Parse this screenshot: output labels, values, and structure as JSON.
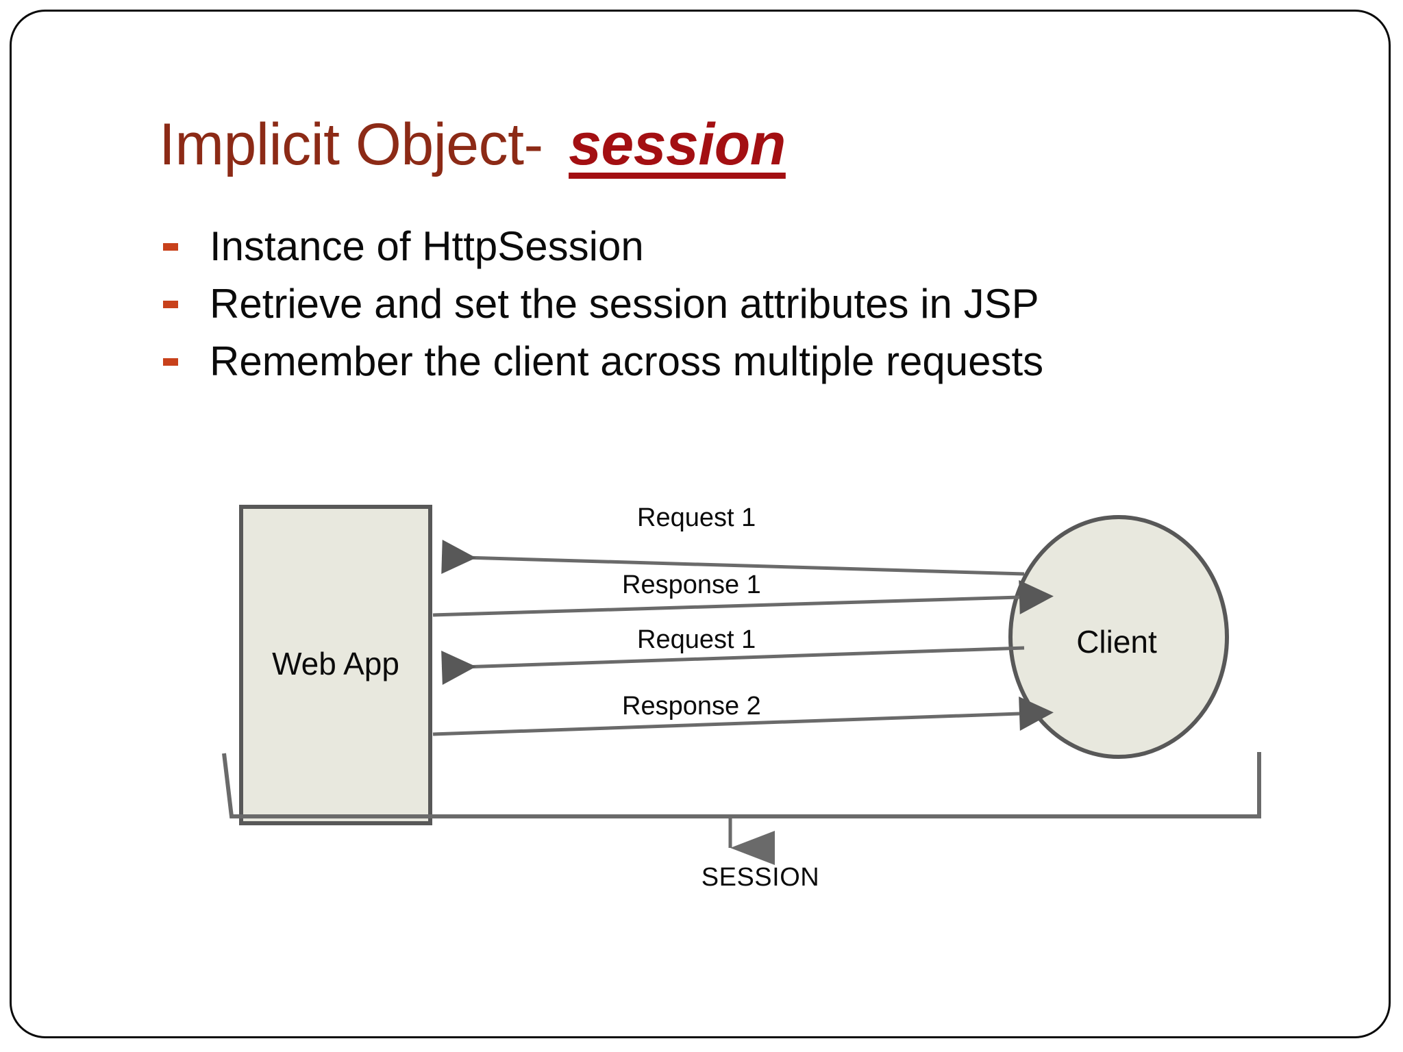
{
  "slide": {
    "title_main": "Implicit Object- ",
    "title_emphasis": "session",
    "bullets": [
      {
        "text": "Instance of HttpSession"
      },
      {
        "text": "Retrieve and set the session attributes in JSP"
      },
      {
        "text": "Remember the client across multiple requests"
      }
    ]
  },
  "diagram": {
    "webapp_label": "Web App",
    "client_label": "Client",
    "session_label": "SESSION",
    "flows": [
      {
        "label": "Request 1",
        "direction": "client-to-webapp"
      },
      {
        "label": "Response 1",
        "direction": "webapp-to-client"
      },
      {
        "label": "Request 1",
        "direction": "client-to-webapp"
      },
      {
        "label": "Response 2",
        "direction": "webapp-to-client"
      }
    ]
  },
  "colors": {
    "title_main": "#8C2A16",
    "title_emphasis": "#A30F12",
    "bullet_marker": "#C8411B",
    "shape_fill": "#E8E8DE",
    "shape_stroke": "#585858",
    "text": "#0b0b0b",
    "frame": "#0a0a0a",
    "background": "#ffffff"
  }
}
